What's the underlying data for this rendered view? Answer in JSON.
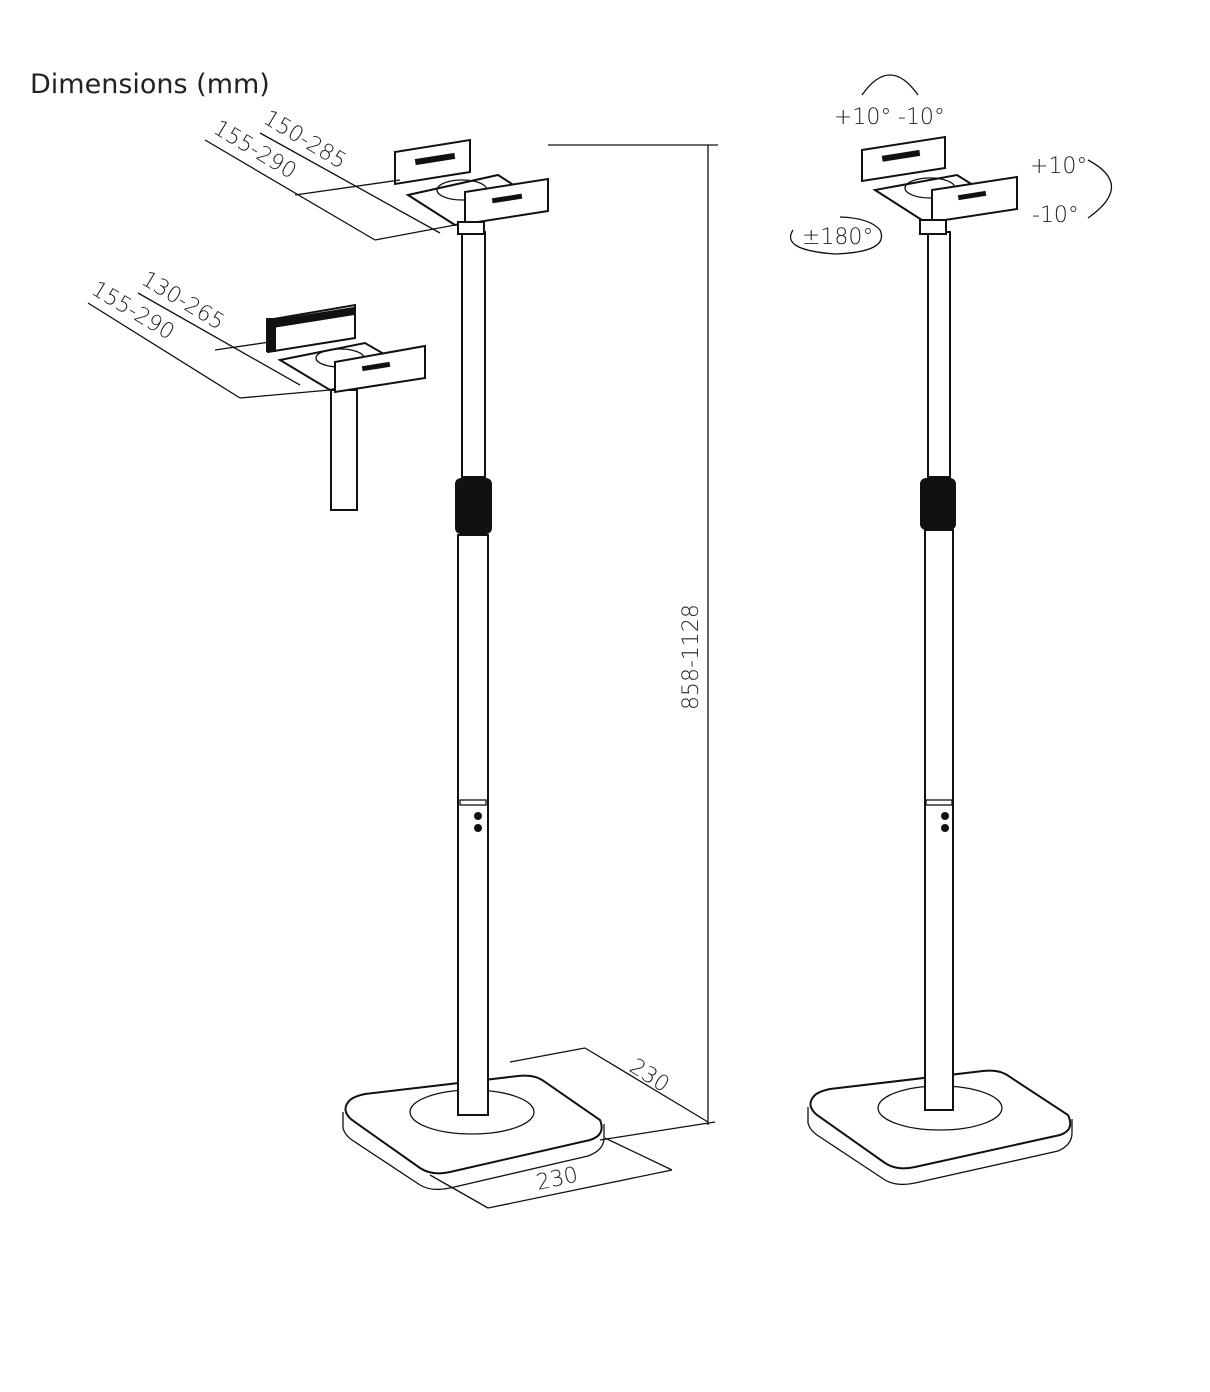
{
  "title": "Dimensions (mm)",
  "labels": {
    "tray_large_inner": "150-285",
    "tray_large_outer": "155-290",
    "tray_small_inner": "130-265",
    "tray_small_outer": "155-290",
    "height": "858-1128",
    "base_depth": "230",
    "base_width": "230",
    "tilt_plus_top": "+10°",
    "tilt_minus_top": "-10°",
    "tilt_plus_side": "+10°",
    "tilt_minus_side": "-10°",
    "swivel": "±180°"
  }
}
